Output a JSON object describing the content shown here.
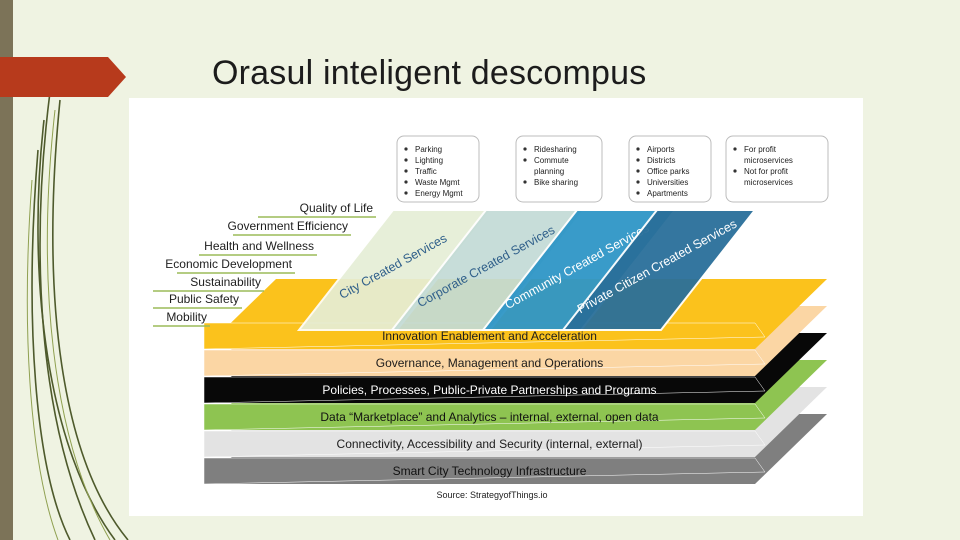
{
  "slide": {
    "title": "Orasul inteligent descompus"
  },
  "diagram": {
    "example_boxes": [
      {
        "items": [
          "Parking",
          "Lighting",
          "Traffic",
          "Waste Mgmt",
          "Energy Mgmt"
        ]
      },
      {
        "items": [
          "Ridesharing",
          "Commute planning",
          "Bike sharing"
        ]
      },
      {
        "items": [
          "Airports",
          "Districts",
          "Office parks",
          "Universities",
          "Apartments"
        ]
      },
      {
        "items": [
          "For profit microservices",
          "Not for profit microservices"
        ]
      }
    ],
    "outcomes": [
      "Quality of Life",
      "Government Efficiency",
      "Health and Wellness",
      "Economic Development",
      "Sustainability",
      "Public Safety",
      "Mobility"
    ],
    "service_layers": [
      {
        "label": "City Created Services",
        "color": "#e6eed6"
      },
      {
        "label": "Corporate Created Services",
        "color": "#c3dbd6"
      },
      {
        "label": "Community Created Services",
        "color": "#2f96c7"
      },
      {
        "label": "Private Citizen Created Services",
        "color": "#2a6f9a"
      }
    ],
    "layers": [
      {
        "label": "Innovation Enablement and Acceleration",
        "color": "#fbc21c",
        "text_color": "#1c1c1c"
      },
      {
        "label": "Governance, Management and Operations",
        "color": "#fbd6a4",
        "text_color": "#1c1c1c"
      },
      {
        "label": "Policies, Processes, Public-Private Partnerships and Programs",
        "color": "#080808",
        "text_color": "#ffffff"
      },
      {
        "label": "Data “Marketplace” and Analytics – internal, external, open data",
        "color": "#8ec451",
        "text_color": "#111111"
      },
      {
        "label": "Connectivity, Accessibility and Security (internal, external)",
        "color": "#e3e3e3",
        "text_color": "#1c1c1c"
      },
      {
        "label": "Smart City Technology Infrastructure",
        "color": "#7f7f7f",
        "text_color": "#111111"
      }
    ],
    "source": "Source: StrategyofThings.io"
  }
}
